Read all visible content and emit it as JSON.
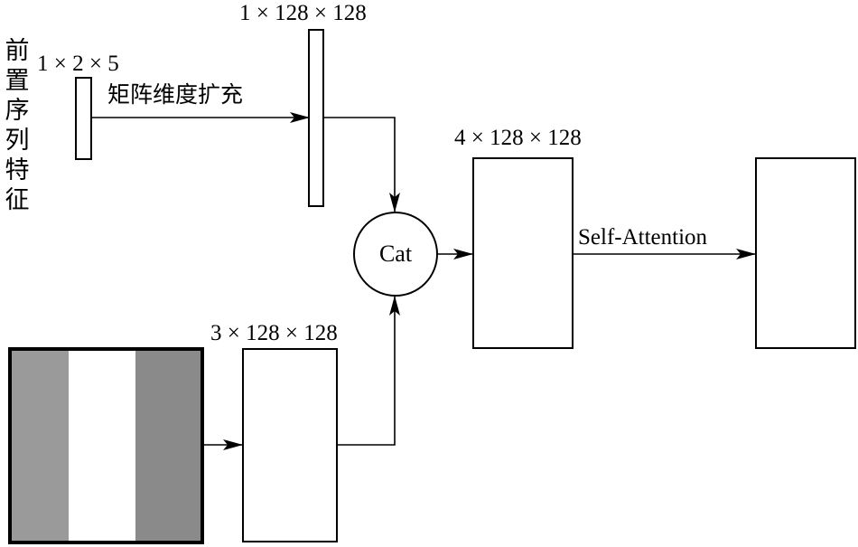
{
  "side_label": "前置序列特征",
  "seq_shape": "1 × 2 × 5",
  "expand_label": "矩阵维度扩充",
  "expanded_shape": "1 × 128 × 128",
  "image_shape": "3 × 128 × 128",
  "cat_label": "Cat",
  "concat_shape": "4 × 128 × 128",
  "attention_label": "Self-Attention",
  "colors": {
    "stroke": "#000000",
    "image_background": "#8e8e8e",
    "image_stripe": "#ffffff",
    "image_left": "#9a9a9a"
  }
}
